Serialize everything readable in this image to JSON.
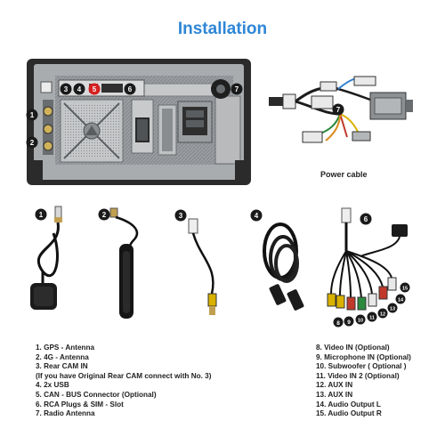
{
  "title": "Installation",
  "power_cable_label": "Power cable",
  "panel_badges": [
    "1",
    "2",
    "3",
    "4",
    "5",
    "6",
    "7"
  ],
  "accessory_badges": [
    "1",
    "2",
    "3",
    "4",
    "6"
  ],
  "rca_badges": [
    "8",
    "9",
    "10",
    "11",
    "12",
    "13",
    "14",
    "15"
  ],
  "list_left": [
    "1. GPS - Antenna",
    "2. 4G - Antenna",
    "3. Rear CAM IN",
    "(If you have Original Rear CAM connect with No. 3)",
    "4. 2x USB",
    "5. CAN  - BUS Connector (Optional)",
    "6. RCA Plugs & SIM - Slot",
    "7. Radio Antenna"
  ],
  "list_right": [
    "8. Video IN (Optional)",
    "9. Microphone IN (Optional)",
    "10. Subwoofer ( Optional )",
    "11. Video IN 2 (Optional)",
    "12. AUX IN",
    "13. AUX IN",
    "14. Audio Output L",
    "15. Audio Output R"
  ],
  "colors": {
    "title": "#2e86d6",
    "badge": "#1a1a1a",
    "badge_highlight": "#d42020",
    "unit_frame": "#2b2b2b",
    "unit_panel": "#a9acaf"
  }
}
